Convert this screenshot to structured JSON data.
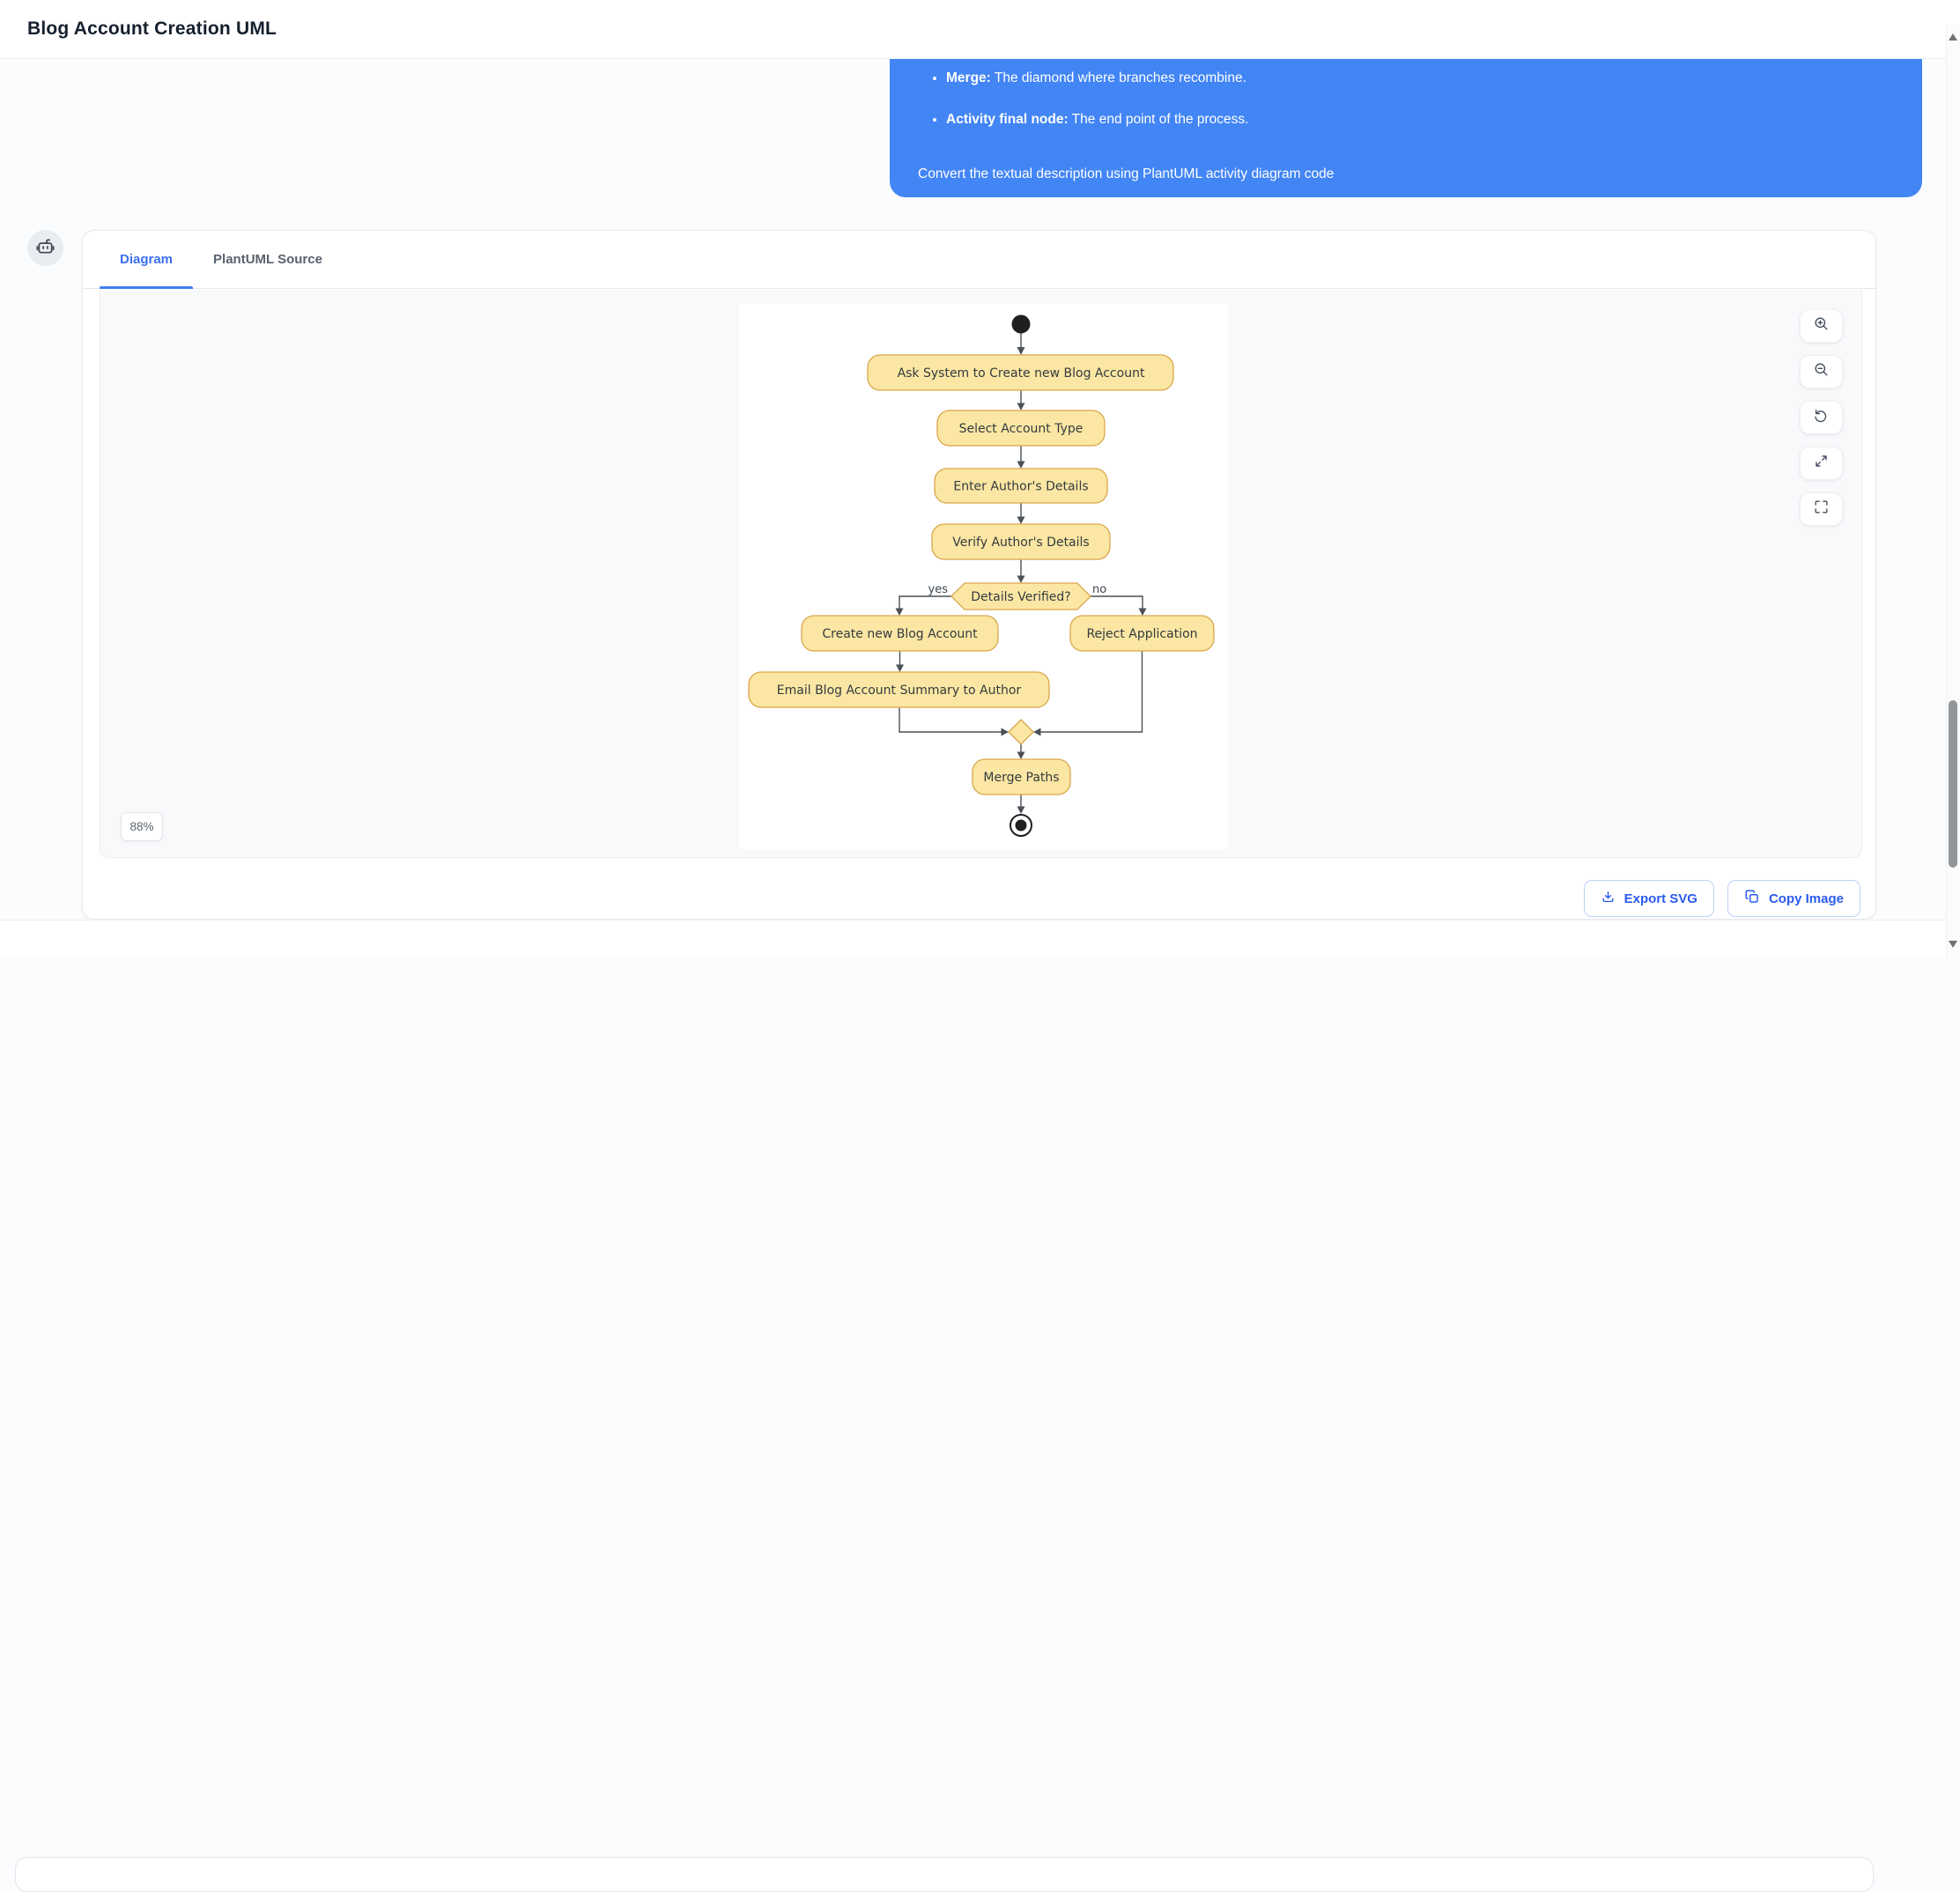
{
  "header": {
    "title": "Blog Account Creation UML"
  },
  "user_message": {
    "bullets": [
      {
        "label": "Merge:",
        "text": " The diamond where branches recombine."
      },
      {
        "label": "Activity final node:",
        "text": " The end point of the process."
      }
    ],
    "closing": "Convert the textual description using PlantUML activity diagram code"
  },
  "assistant": {
    "avatar_icon": "robot-icon"
  },
  "tabs": [
    {
      "label": "Diagram",
      "active": true
    },
    {
      "label": "PlantUML Source",
      "active": false
    }
  ],
  "viewer": {
    "zoom_level": "88%",
    "controls": [
      "zoom-in-icon",
      "zoom-out-icon",
      "reset-view-icon",
      "expand-icon",
      "fullscreen-icon"
    ]
  },
  "actions": {
    "export": {
      "label": "Export SVG",
      "icon": "download-icon"
    },
    "copy": {
      "label": "Copy Image",
      "icon": "copy-icon"
    }
  },
  "diagram": {
    "type": "activity",
    "nodes": {
      "start": "start",
      "ask": "Ask System to Create new Blog Account",
      "select": "Select Account Type",
      "enter": "Enter Author's Details",
      "verify": "Verify Author's Details",
      "decision": "Details Verified?",
      "create": "Create new Blog Account",
      "reject": "Reject Application",
      "email": "Email Blog Account Summary to Author",
      "merge": "Merge Paths",
      "end": "end"
    },
    "edge_labels": {
      "yes": "yes",
      "no": "no"
    },
    "edges": [
      "start -> ask",
      "ask -> select",
      "select -> enter",
      "enter -> verify",
      "verify -> decision",
      "decision -[yes]-> create",
      "decision -[no]-> reject",
      "create -> email",
      "email -> merge-diamond",
      "reject -> merge-diamond",
      "merge-diamond -> merge",
      "merge -> end"
    ],
    "colors": {
      "node_fill": "#fbe7a3",
      "node_border": "#d9a54b",
      "edge": "#4a5056"
    }
  },
  "colors": {
    "bubble_blue": "#4285f5",
    "tab_active_blue": "#3b6ff0",
    "action_blue": "#2c5bef"
  }
}
